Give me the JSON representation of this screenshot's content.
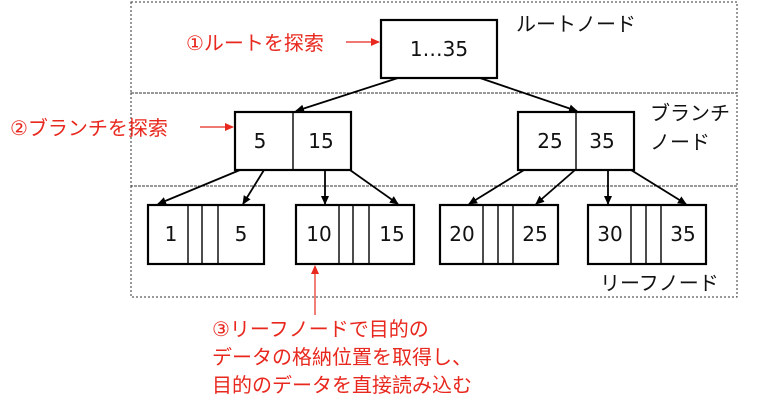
{
  "levels": {
    "root": "ルートノード",
    "branch_line1": "ブランチ",
    "branch_line2": "ノード",
    "leaf": "リーフノード"
  },
  "root_node": {
    "label": "1…35"
  },
  "branch_nodes": [
    {
      "left": "5",
      "right": "15"
    },
    {
      "left": "25",
      "right": "35"
    }
  ],
  "leaf_nodes": [
    {
      "first": "1",
      "last": "5"
    },
    {
      "first": "10",
      "last": "15"
    },
    {
      "first": "20",
      "last": "25"
    },
    {
      "first": "30",
      "last": "35"
    }
  ],
  "annotations": {
    "step1": "①ルートを探索",
    "step2": "②ブランチを探索",
    "step3_line1": "③リーフノードで目的の",
    "step3_line2": "データの格納位置を取得し、",
    "step3_line3": "目的のデータを直接読み込む"
  },
  "colors": {
    "annotation": "#e8281e",
    "stroke": "#000000"
  }
}
